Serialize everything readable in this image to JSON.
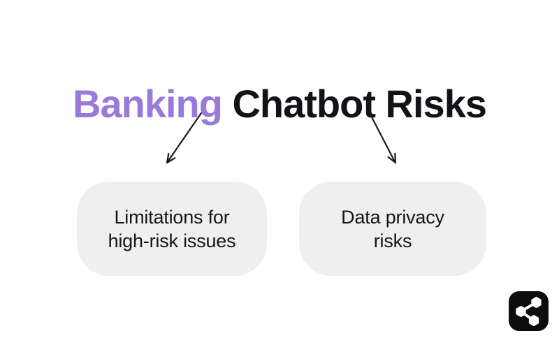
{
  "colors": {
    "canvas_bg": "#ffffff",
    "accent": "#997ADB",
    "title": "#141217",
    "box_bg": "#EFEFEF",
    "box_text": "#15161A",
    "arrow": "#1A1A1A",
    "badge_bg": "#0D0D0D",
    "badge_icon": "#FFFFFF"
  },
  "title": {
    "highlight": "Banking",
    "rest": "Chatbot Risks"
  },
  "diagram": {
    "nodes": [
      {
        "label": "Limitations for\nhigh-risk issues"
      },
      {
        "label": "Data privacy\nrisks"
      }
    ]
  },
  "badge": {
    "icon": "share-network-icon"
  }
}
